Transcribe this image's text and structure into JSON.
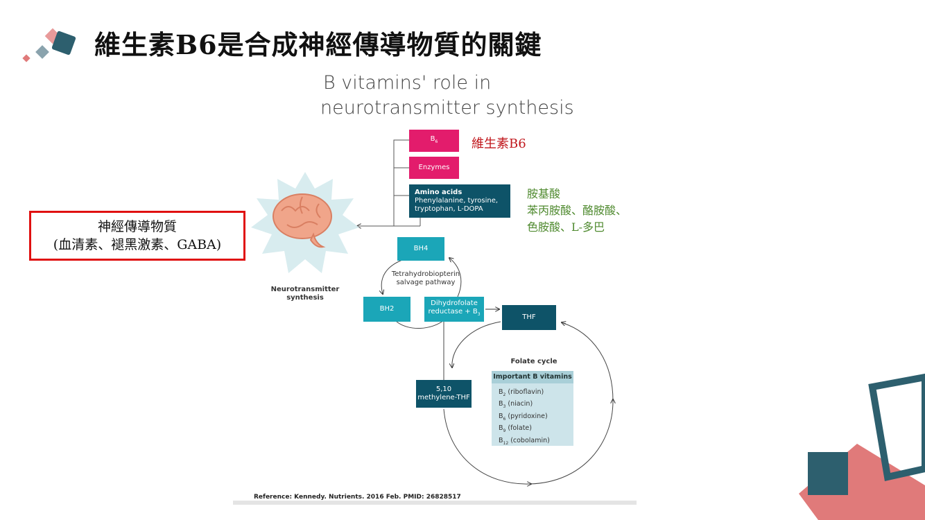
{
  "slide": {
    "title": "維生素B6是合成神經傳導物質的關鍵"
  },
  "diagram": {
    "title_line1": "B vitamins' role in",
    "title_line2": "neurotransmitter synthesis",
    "b6_box": "B",
    "b6_sub": "6",
    "enzymes_box": "Enzymes",
    "amino_title": "Amino acids",
    "amino_line1": "Phenylalanine, tyrosine,",
    "amino_line2": "tryptophan, L-DOPA",
    "bh4": "BH4",
    "salvage_line1": "Tetrahydrobiopterin",
    "salvage_line2": "salvage pathway",
    "bh2": "BH2",
    "dhf_line1": "Dihydrofolate",
    "dhf_line2": "reductase + B",
    "dhf_sub": "3",
    "thf": "THF",
    "methylene_line1": "5,10",
    "methylene_line2": "methylene-THF",
    "nt_line1": "Neurotransmitter",
    "nt_line2": "synthesis",
    "folate_cycle": "Folate cycle",
    "vitamins_header": "Important B vitamins",
    "vitamins": [
      {
        "b": "B",
        "sub": "2",
        "name": " (riboflavin)"
      },
      {
        "b": "B",
        "sub": "3",
        "name": " (niacin)"
      },
      {
        "b": "B",
        "sub": "6",
        "name": " (pyridoxine)"
      },
      {
        "b": "B",
        "sub": "9",
        "name": " (folate)"
      },
      {
        "b": "B",
        "sub": "12",
        "name": " (cobolamin)"
      }
    ],
    "reference": "Reference: Kennedy. Nutrients. 2016 Feb. PMID: 26828517"
  },
  "annotations": {
    "b6_cn": "維生素B6",
    "amino_cn_line1": "胺基酸",
    "amino_cn_line2": "苯丙胺酸、酪胺酸、",
    "amino_cn_line3": "色胺酸、L-多巴",
    "nt_cn_line1": "神經傳導物質",
    "nt_cn_line2": "(血清素、褪黑激素、GABA)"
  },
  "colors": {
    "teal": "#1ba6b8",
    "dark_teal": "#0e5368",
    "pink": "#e31c6c",
    "annotation_red": "#c0161b",
    "annotation_green": "#4f8a2f",
    "deco_slate": "#2d5f6e",
    "deco_coral": "#e07a7a"
  }
}
